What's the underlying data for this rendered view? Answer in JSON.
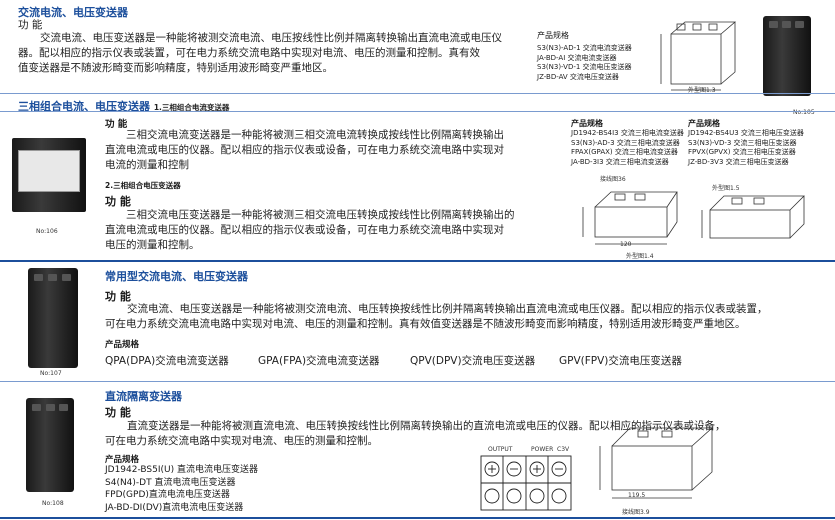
{
  "sec1": {
    "title": "交流电流、电压变送器",
    "func_label": "功  能",
    "text1": "交流电流、电压变送器是一种能将被测交流电流、电压按线性比例并隔离转换输出直流电流或电压仪",
    "text2": "器。配以相应的指示仪表或装置，可在电力系统交流电路中实现对电流、电压的测量和控制。真有效",
    "text3": "值变送器是不随波形畸变而影响精度，特别适用波形畸变严重地区。",
    "spec_title": "产品规格",
    "specs": [
      "S3(N3)-AD-1   交流电流变送器",
      "JA-BD-AI   交流电流变送器",
      "S3(N3)-VD-1   交流电压变送器",
      "JZ-BD-AV   交流电压变送器"
    ],
    "fig_label": "外型图1.3",
    "no": "No:105"
  },
  "sec2": {
    "title": "三相组合电流、电压变送器",
    "sub1": "1.三相组合电流变送器",
    "func_label": "功  能",
    "text1a": "三相交流电流变送器是一种能将被测三相交流电流转换成按线性比例隔离转换输出",
    "text1b": "直流电流或电压的仪器。配以相应的指示仪表或设备，可在电力系统交流电路中实现对",
    "text1c": "电流的测量和控制",
    "sub2": "2.三相组合电压变送器",
    "func_label2": "功  能",
    "text2a": "三相交流电压变送器是一种能将被测三相交流电压转换成按线性比例隔离转换输出的",
    "text2b": "直流电流或电压的仪器。配以相应的指示仪表或设备，可在电力系统交流电路中实现对",
    "text2c": "电压的测量和控制。",
    "spec_title_a": "产品规格",
    "specs_a": [
      "JD1942-BS4I3   交流三相电流变送器",
      "S3(N3)-AD-3   交流三相电流变送器",
      "FPAX(GPAX)   交流三相电流变送器",
      "JA-BD-3I3   交流三相电流变送器"
    ],
    "spec_title_b": "产品规格",
    "specs_b": [
      "JD1942-BS4U3   交流三相电压变送器",
      "S3(N3)-VD-3   交流三相电压变送器",
      "FPVX(GPVX)   交流三相电压变送器",
      "JZ-BD-3V3   交流三相电压变送器"
    ],
    "fig_a": "接线图36",
    "fig_b": "外型图1.5",
    "fig_c": "外型图1.4",
    "dim_120": "120",
    "no": "No:106"
  },
  "sec3": {
    "title": "常用型交流电流、电压变送器",
    "func_label": "功  能",
    "text1": "交流电流、电压变送器是一种能将被测交流电流、电压转换按线性比例并隔离转换输出直流电流或电压仪器。配以相应的指示仪表或装置，",
    "text2": "可在电力系统交流电流电路中实现对电流、电压的测量和控制。真有效值变送器是不随波形畸变而影响精度，特别适用波形畸变严重地区。",
    "spec_title": "产品规格",
    "specs": [
      "QPA(DPA)交流电流变送器",
      "GPA(FPA)交流电流变送器",
      "QPV(DPV)交流电压变送器",
      "GPV(FPV)交流电压变送器"
    ],
    "no": "No:107"
  },
  "sec4": {
    "title": "直流隔离变送器",
    "func_label": "功  能",
    "text1": "直流变送器是一种能将被测直流电流、电压转换按线性比例隔离转换输出的直流电流或电压的仪器。配以相应的指示仪表或设备，",
    "text2": "可在电力系统交流电路中实现对电流、电压的测量和控制。",
    "spec_title": "产品规格",
    "specs": [
      "JD1942-BS5I(U)  直流电流电压变送器",
      "S4(N4)-DT   直流电流电压变送器",
      "FPD(GPD)直流电流电压变送器",
      "JA-BD-DI(DV)直流电流电压变送器"
    ],
    "term_output": "OUTPUT",
    "term_power": "POWER",
    "term_c": "C3V",
    "fig": "接线图3.9",
    "dim": "119.5",
    "no": "No:108"
  }
}
